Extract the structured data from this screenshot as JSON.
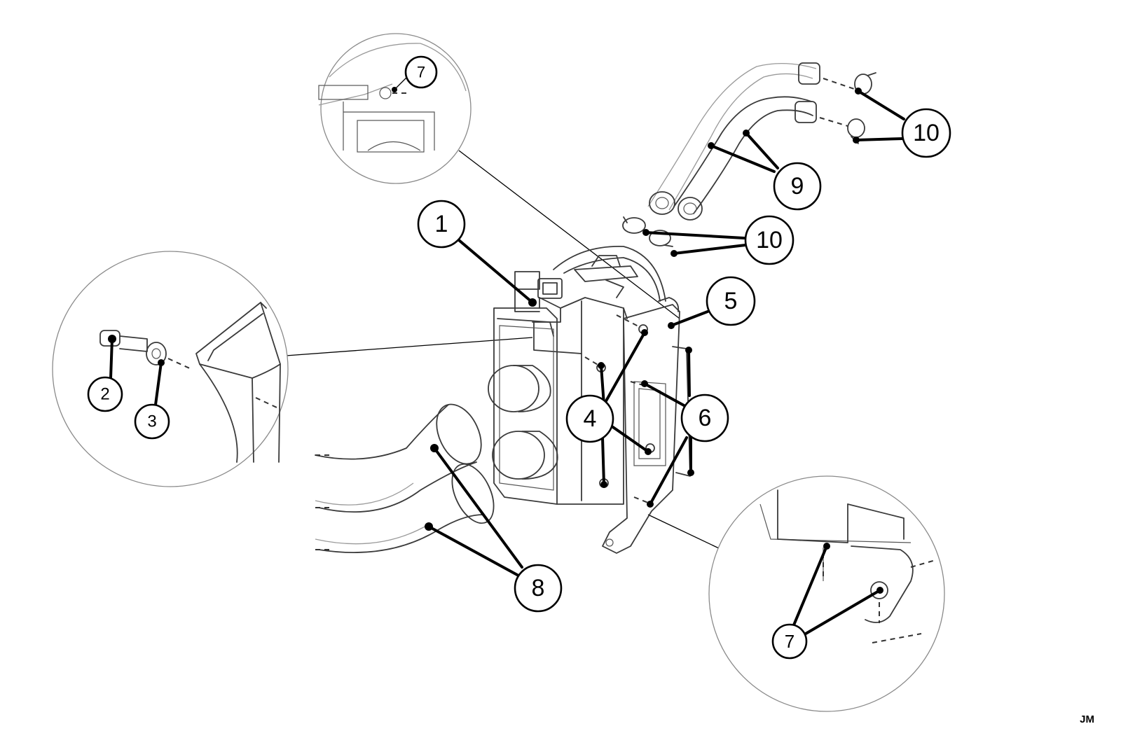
{
  "author_mark": "JM",
  "callouts": [
    {
      "id": "1",
      "label": "1"
    },
    {
      "id": "2",
      "label": "2"
    },
    {
      "id": "3",
      "label": "3"
    },
    {
      "id": "4",
      "label": "4"
    },
    {
      "id": "5",
      "label": "5"
    },
    {
      "id": "6",
      "label": "6"
    },
    {
      "id": "7a",
      "label": "7"
    },
    {
      "id": "7b",
      "label": "7"
    },
    {
      "id": "8",
      "label": "8"
    },
    {
      "id": "9",
      "label": "9"
    },
    {
      "id": "10a",
      "label": "10"
    },
    {
      "id": "10b",
      "label": "10"
    }
  ]
}
